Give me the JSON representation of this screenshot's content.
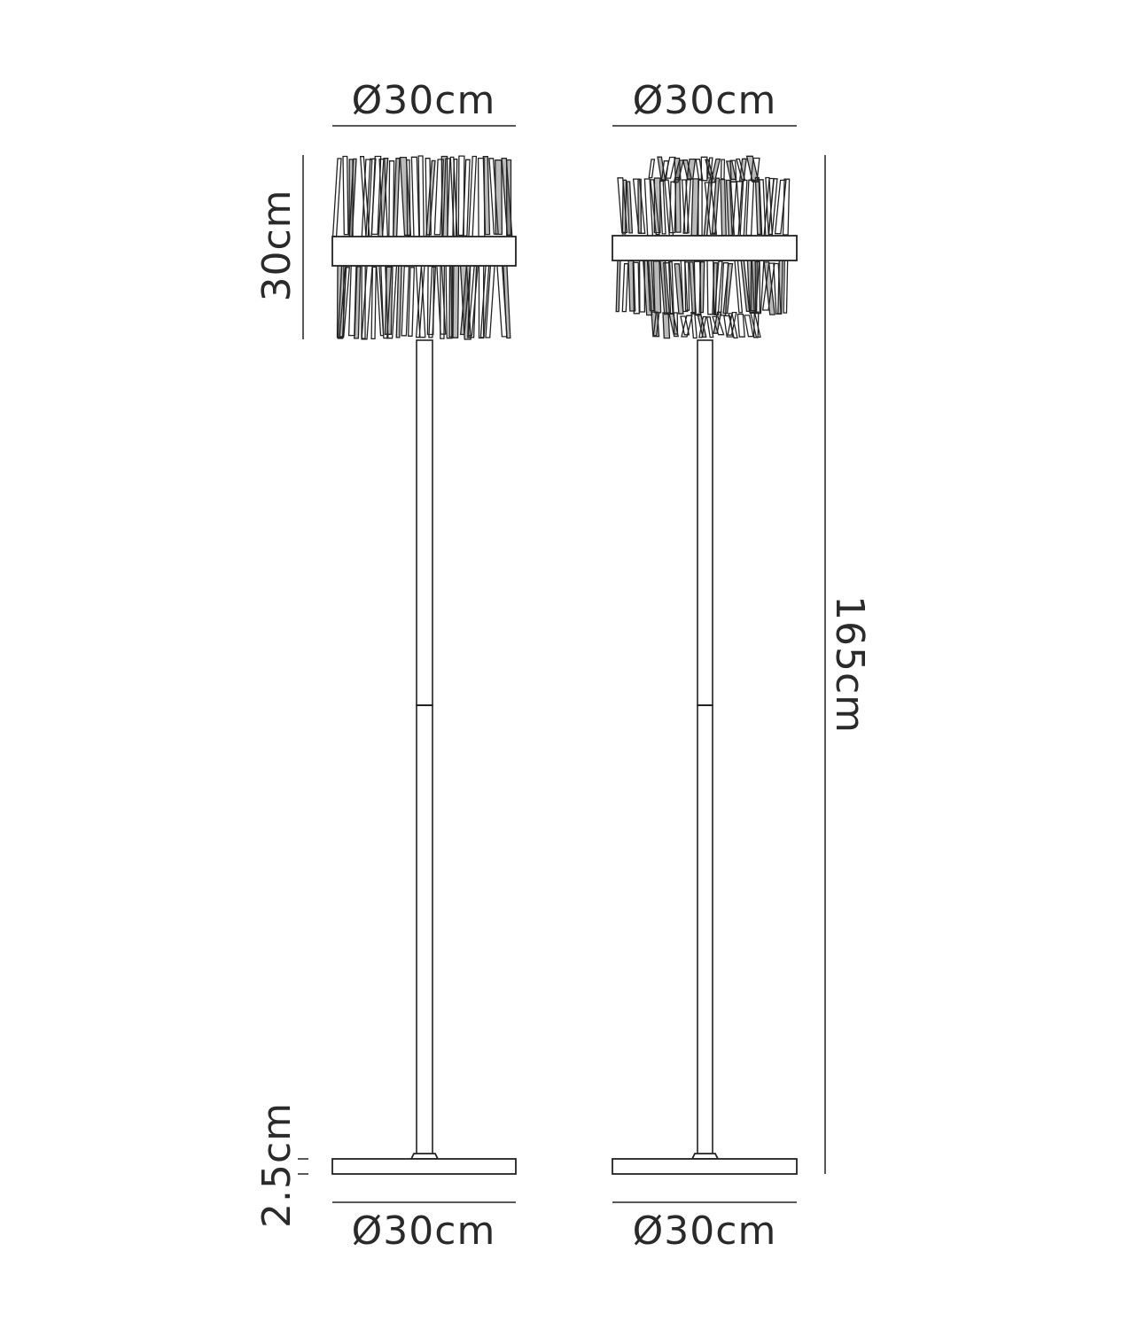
{
  "labels": {
    "lamp_left_top_diameter": "Ø30cm",
    "lamp_right_top_diameter": "Ø30cm",
    "shade_height": "30cm",
    "overall_height": "165cm",
    "base_thickness": "2.5cm",
    "lamp_left_base_diameter": "Ø30cm",
    "lamp_right_base_diameter": "Ø30cm"
  },
  "colors": {
    "line": "#222222",
    "shade_dark": "#3a3a3a",
    "paper": "#ffffff"
  }
}
